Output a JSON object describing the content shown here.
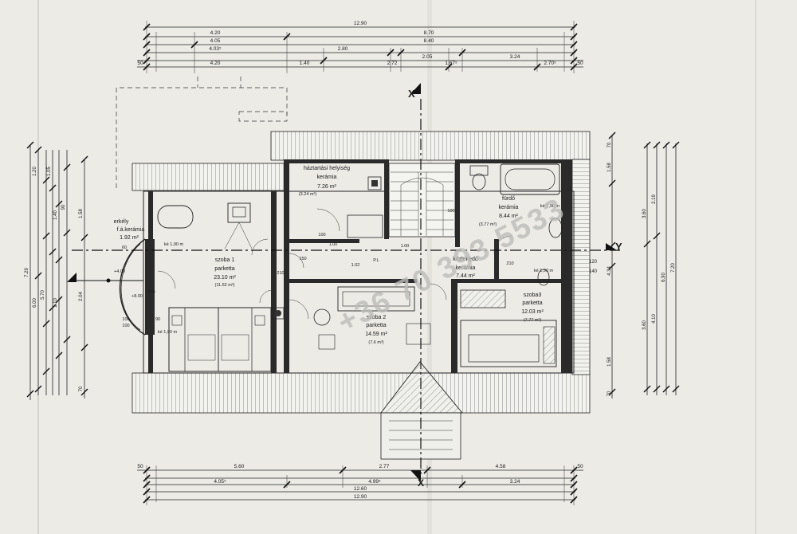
{
  "drawing": {
    "dims_top": [
      {
        "id": "t-total",
        "text": "12.90"
      },
      {
        "id": "t-420a",
        "text": "4.20"
      },
      {
        "id": "t-870",
        "text": "8.70"
      },
      {
        "id": "t-405",
        "text": "4.05"
      },
      {
        "id": "t-840",
        "text": "8.40"
      },
      {
        "id": "t-403",
        "text": "4.03⁵"
      },
      {
        "id": "t-280",
        "text": "2.80"
      },
      {
        "id": "t-205",
        "text": "2.05"
      },
      {
        "id": "t-324",
        "text": "3.24"
      },
      {
        "id": "t-50a",
        "text": "50"
      },
      {
        "id": "t-420b",
        "text": "4.20"
      },
      {
        "id": "t-140",
        "text": "1.40"
      },
      {
        "id": "t-272",
        "text": "2.72"
      },
      {
        "id": "t-167",
        "text": "1.67⁵"
      },
      {
        "id": "t-270",
        "text": "2.70⁵"
      },
      {
        "id": "t-50b",
        "text": "50"
      }
    ],
    "dims_bottom": [
      {
        "id": "b-50a",
        "text": "50"
      },
      {
        "id": "b-560",
        "text": "5.60"
      },
      {
        "id": "b-277",
        "text": "2.77"
      },
      {
        "id": "b-458",
        "text": "4.58"
      },
      {
        "id": "b-50b",
        "text": "50"
      },
      {
        "id": "b-405",
        "text": "4.05⁵"
      },
      {
        "id": "b-499",
        "text": "4.99⁵"
      },
      {
        "id": "b-324",
        "text": "3.24"
      },
      {
        "id": "b-1260",
        "text": "12.60"
      },
      {
        "id": "b-1290",
        "text": "12.90"
      }
    ],
    "dims_left": [
      {
        "id": "l-729",
        "text": "7.29"
      },
      {
        "id": "l-600",
        "text": "6.00"
      },
      {
        "id": "l-570",
        "text": "5.70"
      },
      {
        "id": "l-120",
        "text": "1.20"
      },
      {
        "id": "l-105",
        "text": "1.05"
      },
      {
        "id": "l-140",
        "text": "1.40"
      },
      {
        "id": "l-110",
        "text": "1.10"
      },
      {
        "id": "l-204",
        "text": "2.04"
      },
      {
        "id": "l-158",
        "text": "1.58"
      },
      {
        "id": "l-90",
        "text": "90"
      },
      {
        "id": "l-70",
        "text": "70"
      }
    ],
    "dims_right": [
      {
        "id": "r-720",
        "text": "7.20"
      },
      {
        "id": "r-690",
        "text": "6.90"
      },
      {
        "id": "r-360a",
        "text": "3.60"
      },
      {
        "id": "r-360b",
        "text": "3.60"
      },
      {
        "id": "r-219",
        "text": "2.19"
      },
      {
        "id": "r-410",
        "text": "4.10"
      },
      {
        "id": "r-158a",
        "text": "1.58"
      },
      {
        "id": "r-158b",
        "text": "1.58"
      },
      {
        "id": "r-434",
        "text": "4.34"
      },
      {
        "id": "r-70a",
        "text": "70"
      },
      {
        "id": "r-70b",
        "text": "70"
      },
      {
        "id": "r-120",
        "text": "120"
      },
      {
        "id": "r-140",
        "text": "140"
      }
    ],
    "axis_labels": {
      "x_top": "X",
      "x_bottom": "X",
      "y_right": "Y"
    },
    "rooms": {
      "erkely": {
        "name": "erkély",
        "floor": "f.á.kerámia",
        "area": "1.92 m²"
      },
      "szoba1": {
        "name": "szoba 1",
        "floor": "parketta",
        "area": "23.10 m²",
        "air": "(11.52 m³)"
      },
      "haztartasi": {
        "name": "háztartási helyiség",
        "floor": "kerámia",
        "area": "7.26 m²",
        "air": "(3.24 m³)"
      },
      "furdo": {
        "name": "fürdő",
        "floor": "kerámia",
        "area": "8.44 m²",
        "air": "(3.77 m³)"
      },
      "kozlekedo": {
        "name": "közlekedő",
        "floor": "kerámia",
        "area": "7.44 m²"
      },
      "szoba2": {
        "name": "szoba 2",
        "floor": "parketta",
        "area": "14.59 m²",
        "air": "(7.6 m³)"
      },
      "szoba3": {
        "name": "szoba3",
        "floor": "parketta",
        "area": "12.03 m²",
        "air": "(7.77 m³)"
      }
    },
    "small_labels": {
      "k1": "ké 1,90 m",
      "k2": "ké 1,90 m",
      "k3": "ké 1,90 m",
      "k4": "ké 1,90 m",
      "lev1": "+4.00",
      "lev2": "+8.00",
      "d210a": "210",
      "d210b": "210",
      "d210c": "210",
      "d100a": "100",
      "d100b": "100",
      "d100c": "100",
      "d60": "60",
      "d90": "90",
      "d150": "150",
      "d100d": "100",
      "pl": "P.L",
      "h102": "1.02",
      "h1001": "1.00",
      "h1002": "1.00"
    },
    "watermark": "+36 70 393 5533"
  }
}
